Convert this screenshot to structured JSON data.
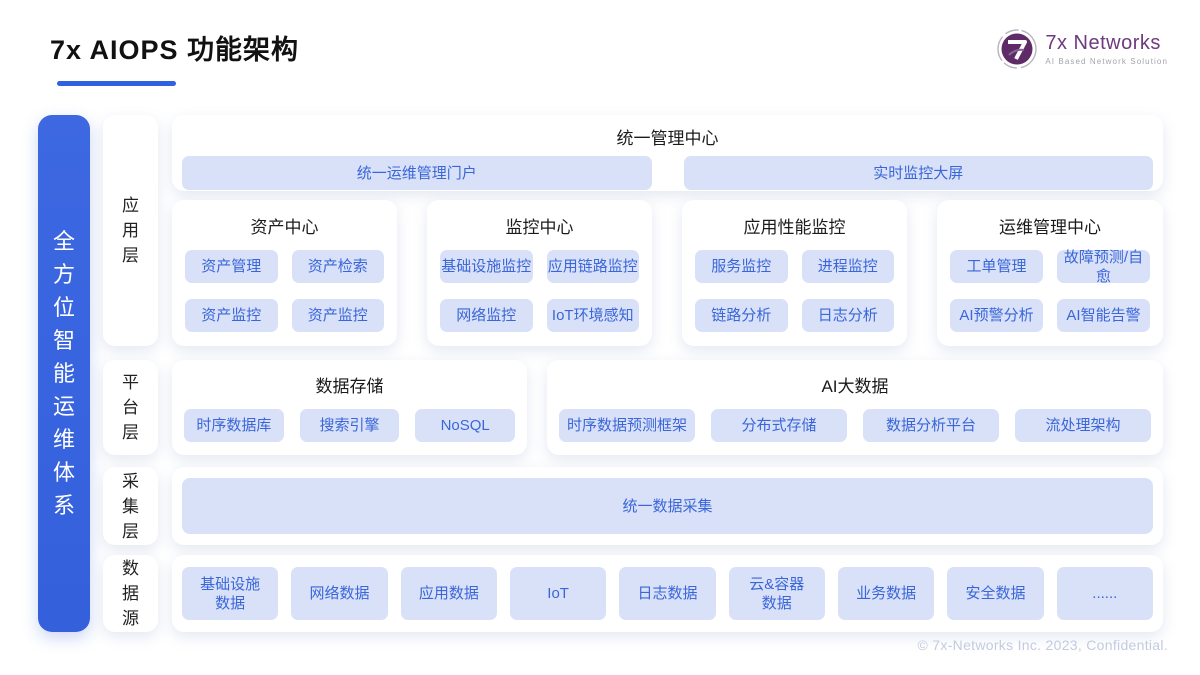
{
  "header": {
    "title": "7x AIOPS 功能架构",
    "logo": {
      "mark": "7",
      "brand": "7x Networks",
      "tagline": "AI Based Network Solution"
    }
  },
  "side_banner": {
    "text": "全方位智能运维体系"
  },
  "layers": [
    {
      "label": "应用层"
    },
    {
      "label": "平台层"
    },
    {
      "label": "采集层"
    },
    {
      "label": "数据源"
    }
  ],
  "management": {
    "title": "统一管理中心",
    "buttons": [
      "统一运维管理门户",
      "实时监控大屏"
    ]
  },
  "centers": [
    {
      "title": "资产中心",
      "items": [
        "资产管理",
        "资产检索",
        "资产监控",
        "资产监控"
      ]
    },
    {
      "title": "监控中心",
      "items": [
        "基础设施监控",
        "应用链路监控",
        "网络监控",
        "IoT环境感知"
      ]
    },
    {
      "title": "应用性能监控",
      "items": [
        "服务监控",
        "进程监控",
        "链路分析",
        "日志分析"
      ]
    },
    {
      "title": "运维管理中心",
      "items": [
        "工单管理",
        "故障预测/自愈",
        "AI预警分析",
        "AI智能告警"
      ]
    }
  ],
  "platform": [
    {
      "title": "数据存储",
      "items": [
        "时序数据库",
        "搜索引擎",
        "NoSQL"
      ]
    },
    {
      "title": "AI大数据",
      "items": [
        "时序数据预测框架",
        "分布式存储",
        "数据分析平台",
        "流处理架构"
      ]
    }
  ],
  "collection": {
    "button": "统一数据采集"
  },
  "sources": [
    "基础设施\n数据",
    "网络数据",
    "应用数据",
    "IoT",
    "日志数据",
    "云&容器\n数据",
    "业务数据",
    "安全数据",
    "......"
  ],
  "footer": {
    "copyright": "© 7x-Networks Inc. 2023, Confidential."
  },
  "colors": {
    "accent_blue": "#2e62e0",
    "button_bg": "#d9e1f8",
    "button_text": "#3a66d9",
    "banner_bg": "#3a64de",
    "logo_purple": "#5e2a68",
    "footer_text": "#c2cbe0"
  }
}
